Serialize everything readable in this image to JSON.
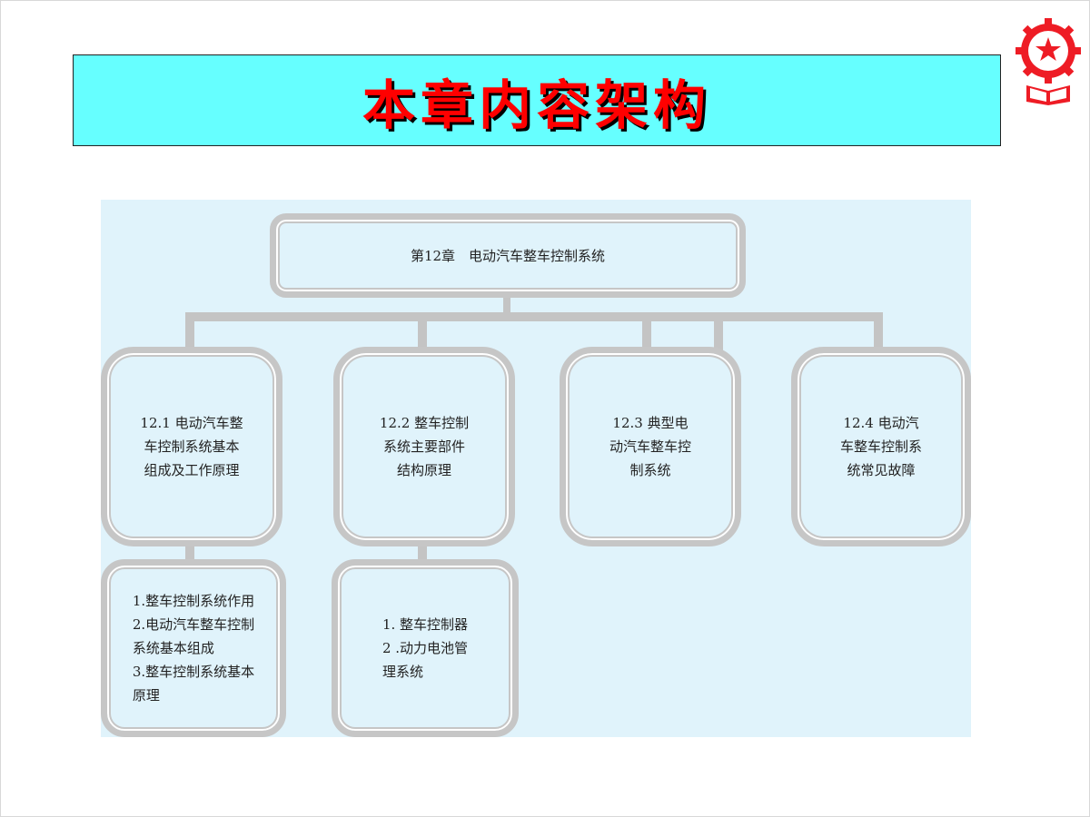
{
  "slide": {
    "title": "本章内容架构",
    "colors": {
      "title_bg": "#66ffff",
      "title_text": "#ff0000",
      "diagram_bg": "#e0f3fb",
      "node_border": "#c6c6c6"
    },
    "emblem": {
      "icon": "university-emblem-icon",
      "color": "#ee1c25"
    }
  },
  "diagram": {
    "root": "第12章　电动汽车整车控制系统",
    "sections": [
      {
        "label": "12.1 电动汽车整\n车控制系统基本\n组成及工作原理"
      },
      {
        "label": "12.2 整车控制\n系统主要部件\n结构原理"
      },
      {
        "label": "12.3 典型电\n动汽车整车控\n制系统"
      },
      {
        "label": "12.4 电动汽\n车整车控制系\n统常见故障"
      }
    ],
    "subsections": [
      {
        "label": "1.整车控制系统作用\n2.电动汽车整车控制\n系统基本组成\n3.整车控制系统基本\n原理"
      },
      {
        "label": "1. 整车控制器\n2 .动力电池管\n理系统"
      }
    ]
  }
}
